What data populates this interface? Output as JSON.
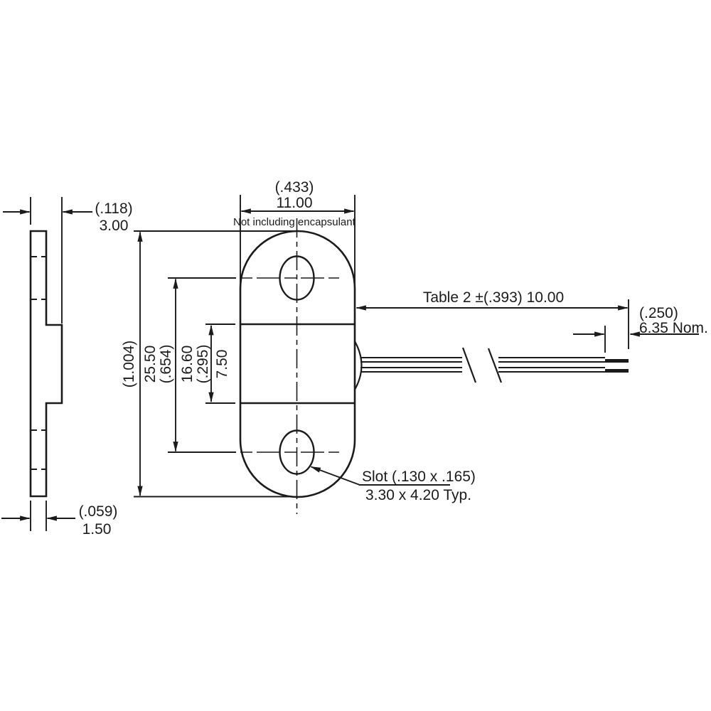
{
  "colors": {
    "ink": "#1b1b1b",
    "background": "#ffffff"
  },
  "dims": {
    "thickness": {
      "inch": "(.118)",
      "mm": "3.00"
    },
    "width": {
      "inch": "(.433)",
      "mm": "11.00"
    },
    "note": "Not including encapsulant",
    "length": {
      "inch": "(1.004)",
      "mm": "25.50"
    },
    "hole_spacing": {
      "inch": "(.654)",
      "mm": "16.60"
    },
    "body": {
      "inch": "(.295)",
      "mm": "7.50"
    },
    "lead": "Table 2 ±(.393) 10.00",
    "strip": {
      "inch": "(.250)",
      "mm": "6.35 Nom."
    },
    "slot": {
      "line1": "Slot (.130 x .165)",
      "line2": "3.30 x 4.20 Typ."
    },
    "plate": {
      "inch": "(.059)",
      "mm": "1.50"
    }
  }
}
